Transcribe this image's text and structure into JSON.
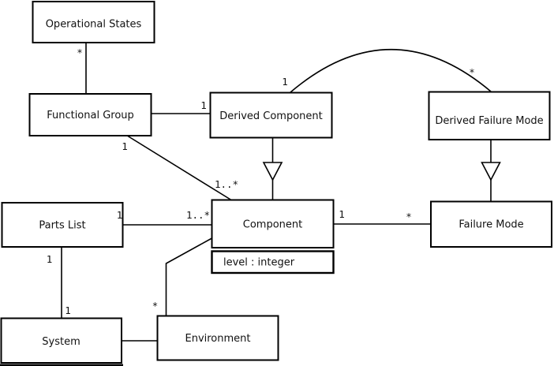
{
  "diagram": {
    "kind": "uml-class-diagram",
    "background": "#ffffff",
    "line_color": "#000000",
    "box_fill": "#ffffff",
    "text_color": "#111111",
    "classes": {
      "operational_states": {
        "label": "Operational States"
      },
      "functional_group": {
        "label": "Functional Group"
      },
      "derived_component": {
        "label": "Derived Component"
      },
      "derived_failure_mode": {
        "label": "Derived Failure Mode"
      },
      "parts_list": {
        "label": "Parts List"
      },
      "component": {
        "label": "Component",
        "attribute": "level : integer"
      },
      "failure_mode": {
        "label": "Failure Mode"
      },
      "system": {
        "label": "System"
      },
      "environment": {
        "label": "Environment"
      }
    },
    "relations": {
      "functional_group_operational_states": {
        "type": "association",
        "end_label": "*"
      },
      "functional_group_derived_component": {
        "type": "association",
        "end_label": "1"
      },
      "functional_group_component": {
        "type": "association",
        "start_label": "1",
        "end_label": "1..*"
      },
      "derived_component_component": {
        "type": "generalization"
      },
      "derived_component_derived_failure_mode": {
        "type": "association-arc",
        "start_label": "1",
        "end_label": "*"
      },
      "derived_failure_mode_failure_mode": {
        "type": "generalization"
      },
      "parts_list_component": {
        "type": "association",
        "start_label": "1",
        "end_label": "1..*"
      },
      "component_failure_mode": {
        "type": "association",
        "start_label": "1",
        "end_label": "*"
      },
      "parts_list_system": {
        "type": "association",
        "start_label": "1",
        "end_label": "1"
      },
      "component_environment": {
        "type": "association",
        "end_label": "*"
      },
      "system_environment": {
        "type": "association"
      }
    }
  }
}
